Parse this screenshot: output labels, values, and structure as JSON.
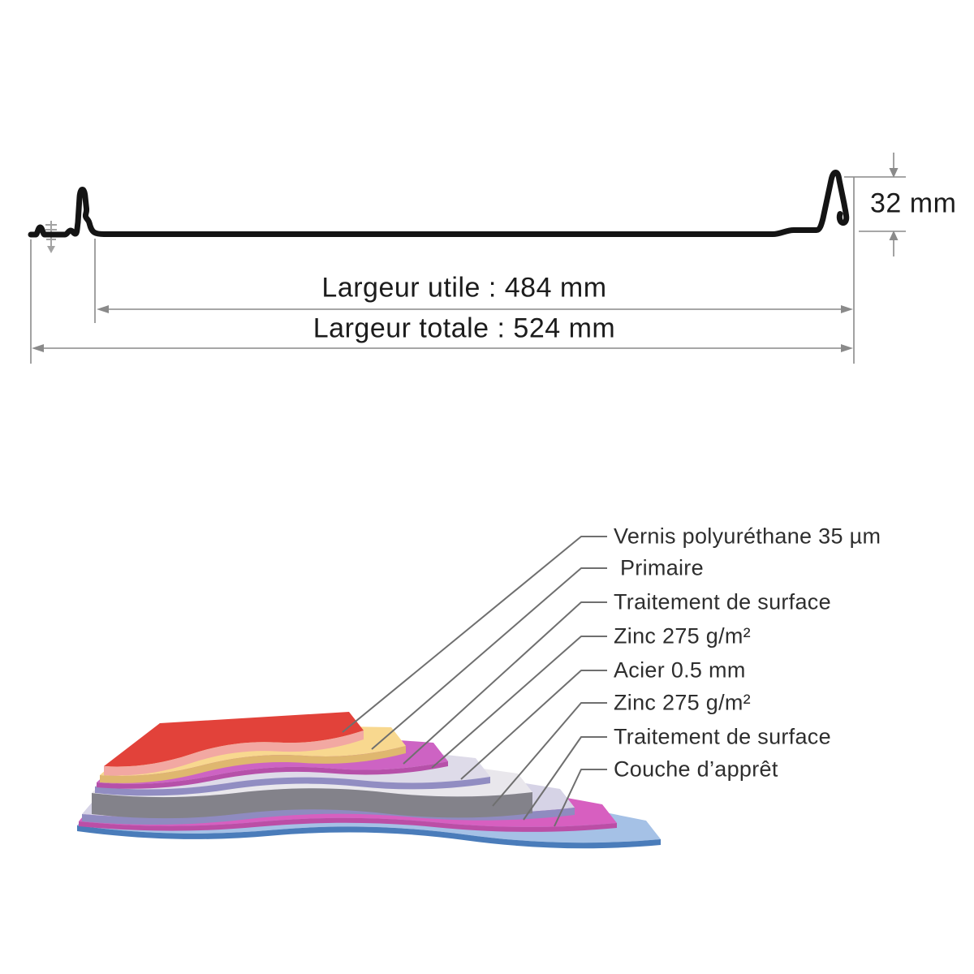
{
  "profile_diagram": {
    "height_dimension": "32 mm",
    "useful_width_dimension": "Largeur utile : 484 mm",
    "total_width_dimension": "Largeur totale : 524 mm",
    "profile_color": "#141414",
    "dimension_line_color": "#8a8a8a",
    "screw_icon_color": "#a3a3a3"
  },
  "layers_diagram": {
    "leader_line_color": "#6f6f6f",
    "layers": [
      {
        "label": "Vernis polyuréthane 35 µm",
        "top_color": "#e2423a",
        "edge_color": "#f2a8a2"
      },
      {
        "label": "Primaire",
        "top_color": "#f8d88f",
        "edge_color": "#dfb76f"
      },
      {
        "label": "Traitement de surface",
        "top_color": "#cd63c3",
        "edge_color": "#b650a9"
      },
      {
        "label": "Zinc 275 g/m²",
        "top_color": "#dedbe9",
        "edge_color": "#918dc2"
      },
      {
        "label": "Acier 0.5 mm",
        "top_color": "#e9e7ec",
        "edge_color": "#83828a"
      },
      {
        "label": "Zinc 275 g/m²",
        "top_color": "#d6d3e6",
        "edge_color": "#8f8bc0"
      },
      {
        "label": "Traitement de surface",
        "top_color": "#d75fc0",
        "edge_color": "#bb4ea6"
      },
      {
        "label": "Couche d’apprêt",
        "top_color": "#a5c1e6",
        "edge_color": "#4a7cba"
      }
    ]
  }
}
